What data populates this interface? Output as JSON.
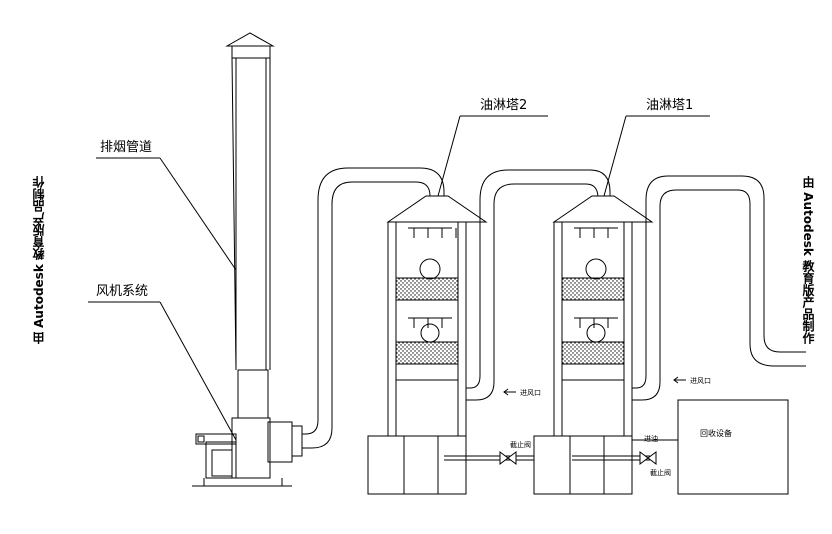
{
  "labels": {
    "tower2": "油淋塔2",
    "tower1": "油淋塔1",
    "exhaust_pipe": "排烟管道",
    "fan_system": "风机系统",
    "inlet_a": "进风口",
    "inlet_b": "进风口",
    "valve_a": "截止阀",
    "valve_b": "截止阀",
    "oil_in": "进油",
    "recovery": "回收设备"
  },
  "watermark": "由 Autodesk 教育版产品制作",
  "colors": {
    "line": "#000000",
    "hatch": "#000000",
    "background": "#ffffff"
  }
}
